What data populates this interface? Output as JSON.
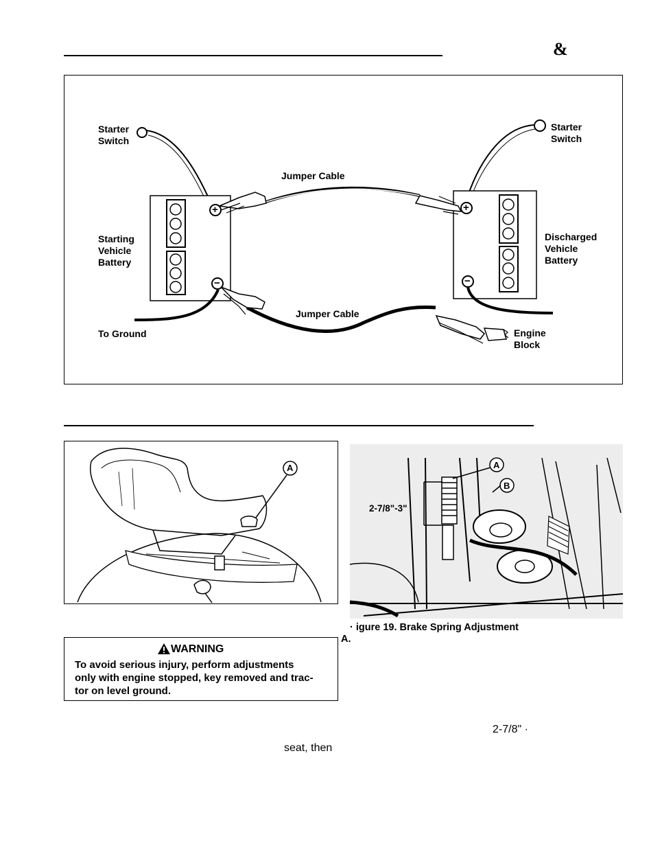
{
  "header": {
    "ampersand": "&"
  },
  "figure_jumper": {
    "labels": {
      "starter_switch_left_1": "Starter",
      "starter_switch_left_2": "Switch",
      "starter_switch_right_1": "Starter",
      "starter_switch_right_2": "Switch",
      "jumper_cable_top": "Jumper Cable",
      "jumper_cable_bottom": "Jumper Cable",
      "starting_battery_1": "Starting",
      "starting_battery_2": "Vehicle",
      "starting_battery_3": "Battery",
      "discharged_battery_1": "Discharged",
      "discharged_battery_2": "Vehicle",
      "discharged_battery_3": "Battery",
      "to_ground": "To Ground",
      "engine_block_1": "Engine",
      "engine_block_2": "Block",
      "plus_symbol": "+",
      "minus_symbol": "−"
    }
  },
  "figure_seat": {
    "callout_a": "A"
  },
  "figure_brake": {
    "callout_a": "A",
    "callout_b": "B",
    "dimension": "2-7/8\"-3\"",
    "caption": "· igure 19. Brake Spring Adjustment",
    "caption_item_a": "A."
  },
  "warning": {
    "title": "WARNING",
    "line1": "To avoid serious injury, perform adjustments",
    "line2": "only with engine stopped, key removed and trac-",
    "line3": "tor on level ground."
  },
  "fragments": {
    "seat_then": "seat, then",
    "dimension_text": "2-7/8\" ·"
  },
  "colors": {
    "ink": "#000000",
    "paper": "#ffffff",
    "photo_bg": "#ededed"
  }
}
